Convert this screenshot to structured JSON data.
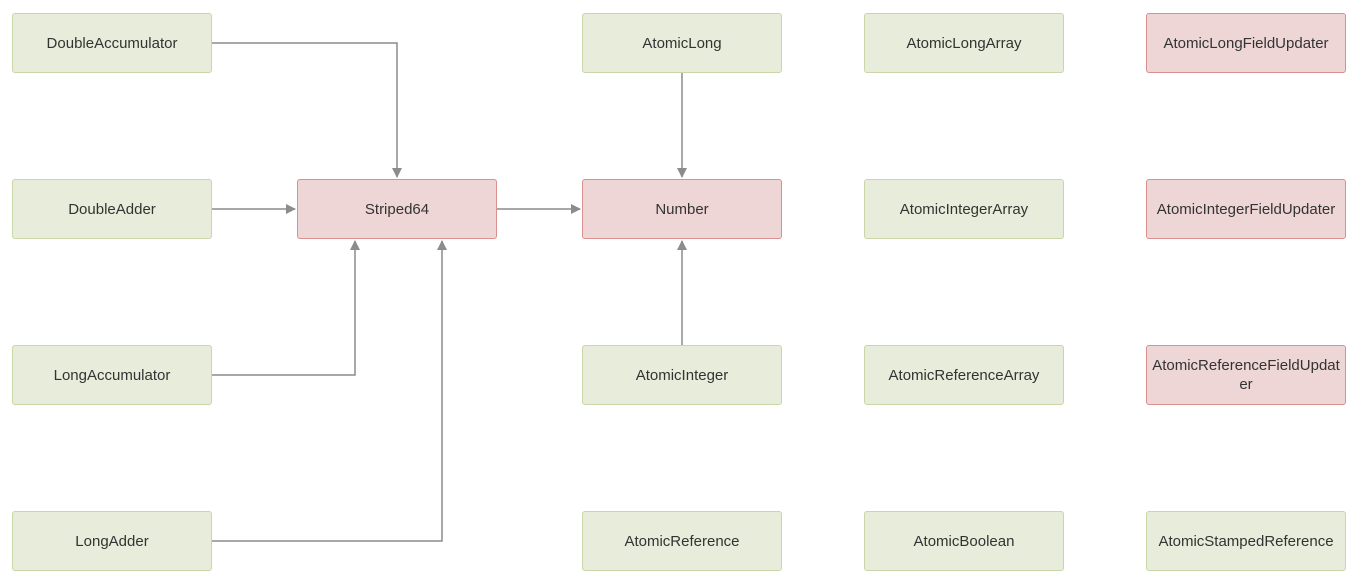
{
  "nodes": {
    "double_accumulator": "DoubleAccumulator",
    "double_adder": "DoubleAdder",
    "long_accumulator": "LongAccumulator",
    "long_adder": "LongAdder",
    "striped64": "Striped64",
    "atomic_long": "AtomicLong",
    "number": "Number",
    "atomic_integer": "AtomicInteger",
    "atomic_reference": "AtomicReference",
    "atomic_long_array": "AtomicLongArray",
    "atomic_integer_array": "AtomicIntegerArray",
    "atomic_reference_array": "AtomicReferenceArray",
    "atomic_boolean": "AtomicBoolean",
    "atomic_long_field_updater": "AtomicLongFieldUpdater",
    "atomic_integer_field_updater": "AtomicIntegerFieldUpdater",
    "atomic_reference_field_updater": "AtomicReferenceFieldUpdater",
    "atomic_stamped_reference": "AtomicStampedReference"
  },
  "edges": [
    {
      "from": "DoubleAccumulator",
      "to": "Striped64"
    },
    {
      "from": "DoubleAdder",
      "to": "Striped64"
    },
    {
      "from": "LongAccumulator",
      "to": "Striped64"
    },
    {
      "from": "LongAdder",
      "to": "Striped64"
    },
    {
      "from": "Striped64",
      "to": "Number"
    },
    {
      "from": "AtomicLong",
      "to": "Number"
    },
    {
      "from": "AtomicInteger",
      "to": "Number"
    }
  ],
  "colors": {
    "class_fill": "#e8ecdb",
    "class_border": "#c8d6a8",
    "highlight_fill": "#eed6d6",
    "highlight_border": "#d9908e",
    "edge": "#8c8c8c",
    "text": "#333333"
  }
}
